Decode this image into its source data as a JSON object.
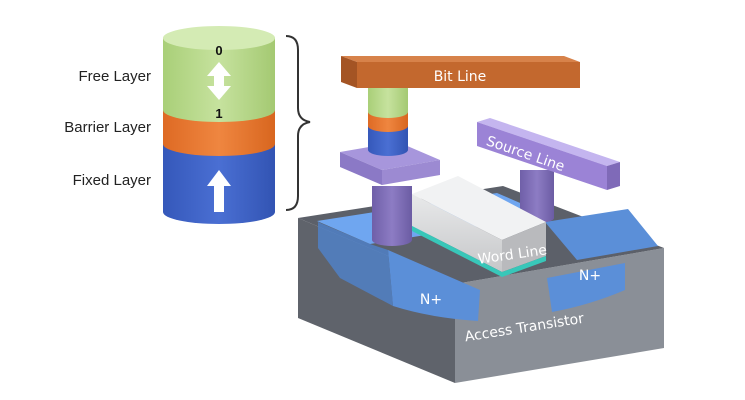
{
  "labels": {
    "free_layer": "Free Layer",
    "barrier_layer": "Barrier Layer",
    "fixed_layer": "Fixed Layer",
    "bit_line": "Bit Line",
    "source_line": "Source Line",
    "word_line": "Word Line",
    "n_plus_left": "N+",
    "n_plus_right": "N+",
    "access_transistor": "Access Transistor",
    "state_zero": "0",
    "state_one": "1"
  },
  "colors": {
    "free_layer": "#b8d98c",
    "barrier_layer": "#e8772f",
    "fixed_layer": "#3f63c6",
    "bit_line": "#c3682e",
    "source_line": "#9b83d6",
    "pillar": "#7f6eb6",
    "word_line": "#d9dadb",
    "substrate_top": "#5c6069",
    "n_well": "#5b8fd8",
    "accent_teal": "#38c7b9"
  },
  "icons": [
    "double-arrow-icon",
    "up-arrow-icon",
    "curly-brace-icon"
  ]
}
